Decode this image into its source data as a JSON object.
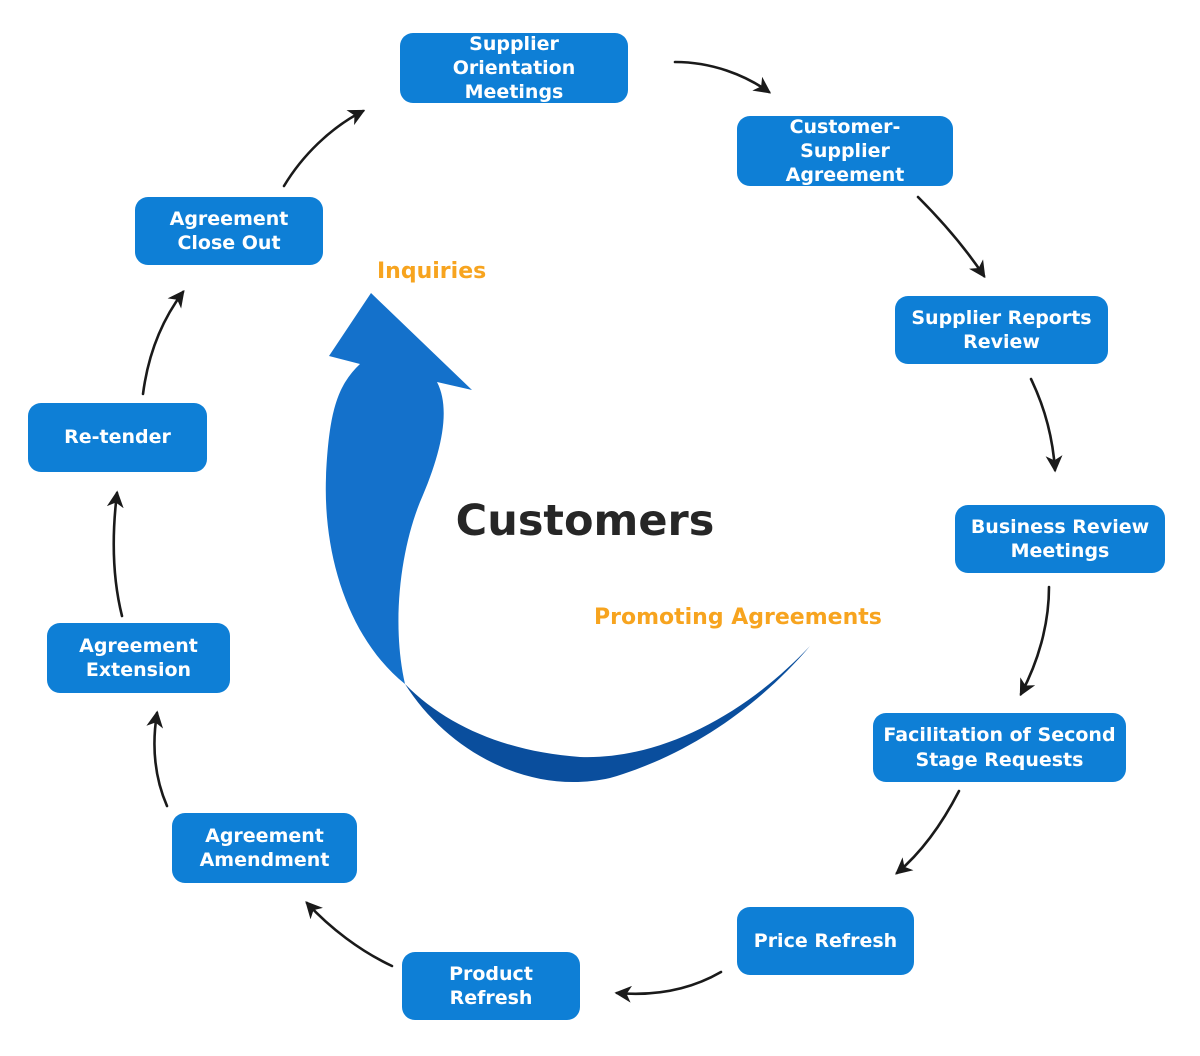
{
  "diagram": {
    "type": "cycle",
    "center_label": "Customers",
    "annotations": {
      "inquiries": "Inquiries",
      "promoting_agreements": "Promoting Agreements"
    },
    "nodes": [
      {
        "label": "Supplier Orientation Meetings"
      },
      {
        "label": "Customer-Supplier Agreement"
      },
      {
        "label": "Supplier Reports Review"
      },
      {
        "label": "Business Review Meetings"
      },
      {
        "label": "Facilitation of Second Stage Requests"
      },
      {
        "label": "Price Refresh"
      },
      {
        "label": "Product Refresh"
      },
      {
        "label": "Agreement Amendment"
      },
      {
        "label": "Agreement Extension"
      },
      {
        "label": "Re-tender"
      },
      {
        "label": "Agreement Close Out"
      }
    ]
  },
  "theme": {
    "box_blue": "#0e7fd6",
    "arc_bright": "#1471cb",
    "arc_dark": "#0a4e9d",
    "accent_orange": "#f7a41f",
    "arrow_black": "#1a1a1a",
    "text_dark": "#262626",
    "bg": "#ffffff"
  }
}
